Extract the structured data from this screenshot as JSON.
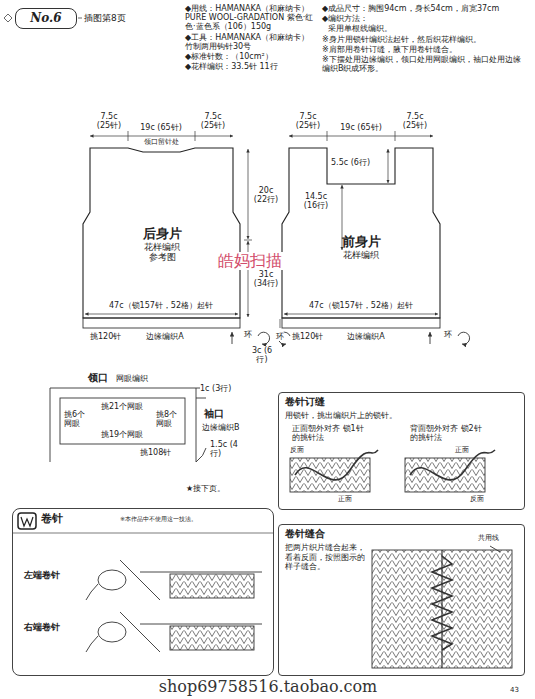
{
  "diagram": {
    "nodes": [
      {
        "text": [
          "No.6"
        ]
      },
      {
        "text": [
          "后身片",
          "花样编织",
          "参考图"
        ]
      },
      {
        "text": [
          "前身片",
          "花样编织"
        ]
      },
      {
        "text": [
          "卷针订缝",
          "用锁针，挑出编织片上的锁针。"
        ]
      },
      {
        "text": [
          "卷针"
        ]
      },
      {
        "text": [
          "卷针缝合",
          "把两片织片缝合起来，看着反面，按照图示的样子缝合。"
        ]
      }
    ],
    "labels": [
      "◆用线：HAMANAKA（和麻纳卡）PURE WOOL-GRADATION 紫色·红色·蓝色系（106）150g",
      "◆工具：HAMANAKA（和麻纳卡）竹制两用钩针30号",
      "◆标准针数：（10cm²）",
      "◆花样编织：33.5针 11行",
      "◆成品尺寸：胸围94cm，身长54cm，肩宽37cm",
      "◆编织方法：",
      "采用单根线编织。",
      "※身片用锁针编织法起针，然后织花样编织。",
      "※肩部用卷针订缝，腋下用卷针缝合。",
      "※下摆处用边缘编织，领口处用网眼编织，袖口处用边缘编织B织成环形。",
      "插图第8页",
      "7.5c (25针)",
      "19c (65针)",
      "7.5c (25针)",
      "领口留针处",
      "20c (22行)",
      "31c (34行)",
      "47c（锁157针，52格）起针",
      "挑120针",
      "边缘编织A",
      "环",
      "7.5c (25针)",
      "19c (65针)",
      "7.5c (25针)",
      "5.5c (6行)",
      "14.5c (16行)",
      "47c（锁157针，52格）起针",
      "环",
      "3c (6行)",
      "挑120针",
      "边缘编织A",
      "环",
      "皓妈扫描",
      "领口",
      "网眼编织",
      "挑21个网眼",
      "挑6个网眼",
      "挑8个网眼",
      "挑19个网眼",
      "1c (3行)",
      "袖口",
      "边缘编织B",
      "挑108针",
      "1.5c (4行)",
      "★接下页。",
      "※本作品中不使用这一技法。",
      "左端卷针",
      "右端卷针",
      "正面朝外对齐 锁1针的挑针法",
      "背面朝外对齐 锁2针的挑针法",
      "反面",
      "正面",
      "正面",
      "反面",
      "共用线",
      "shop69758516.taobao.com",
      "43"
    ]
  }
}
